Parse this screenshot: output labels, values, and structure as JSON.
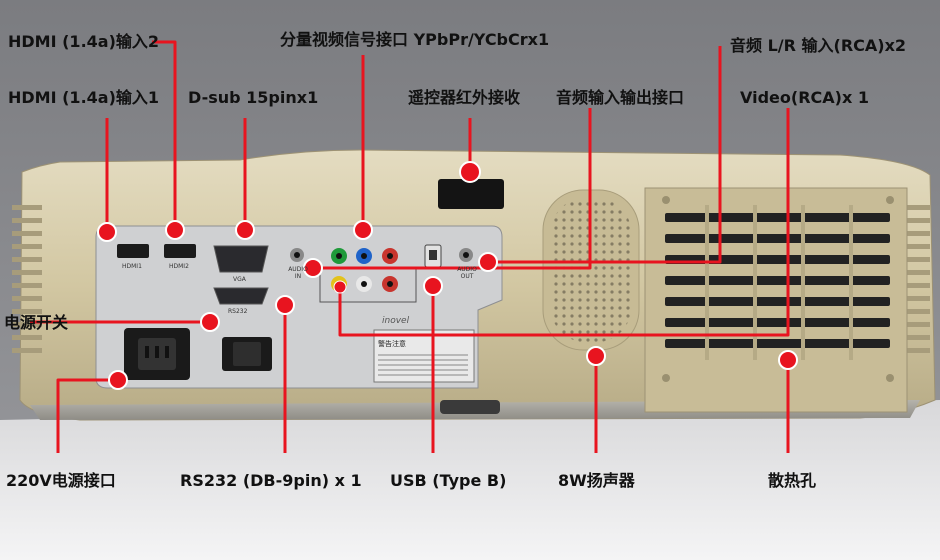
{
  "callouts": {
    "hdmi2": "HDMI (1.4a)输入2",
    "component": "分量视频信号接口 YPbPr/YCbCrx1",
    "audio_lr": "音频 L/R 输入(RCA)x2",
    "hdmi1": "HDMI (1.4a)输入1",
    "vga": "D-sub 15pinx1",
    "ir": "遥控器红外接收",
    "audio_io": "音频输入输出接口",
    "video": "Video(RCA)x 1",
    "power_switch": "电源开关",
    "power_socket": "220V电源接口",
    "rs232": "RS232 (DB-9pin) x 1",
    "usb": "USB (Type B)",
    "speaker": "8W扬声器",
    "vent": "散热孔"
  },
  "panel_labels": {
    "hdmi1": "HDMI1",
    "hdmi2": "HDMI2",
    "vga": "VGA",
    "rs232": "RS232",
    "audio_in": "AUDIO IN",
    "audio_out": "AUDIO OUT",
    "brand": "inovel",
    "warning_title": "警告注意"
  },
  "colors": {
    "callout_red": "#e8141f",
    "body_gold": "#d2c7a2",
    "panel_silver": "#cfd0d2"
  }
}
